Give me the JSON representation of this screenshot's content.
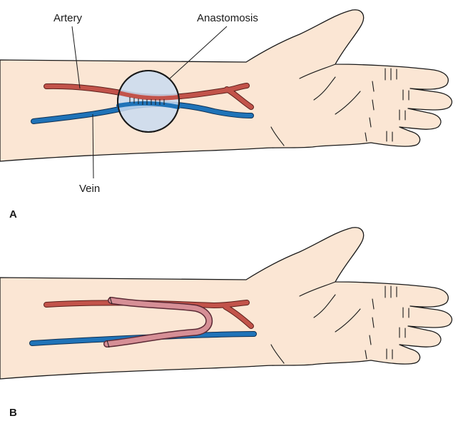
{
  "labels": {
    "artery": "Artery",
    "anastomosis": "Anastomosis",
    "vein": "Vein"
  },
  "panels": {
    "a": "A",
    "b": "B"
  },
  "colors": {
    "skin": "#fbe6d4",
    "artery": "#c2534a",
    "vein": "#1f73b8",
    "graft": "#d68f96",
    "magnifier": "#c9daf0"
  }
}
